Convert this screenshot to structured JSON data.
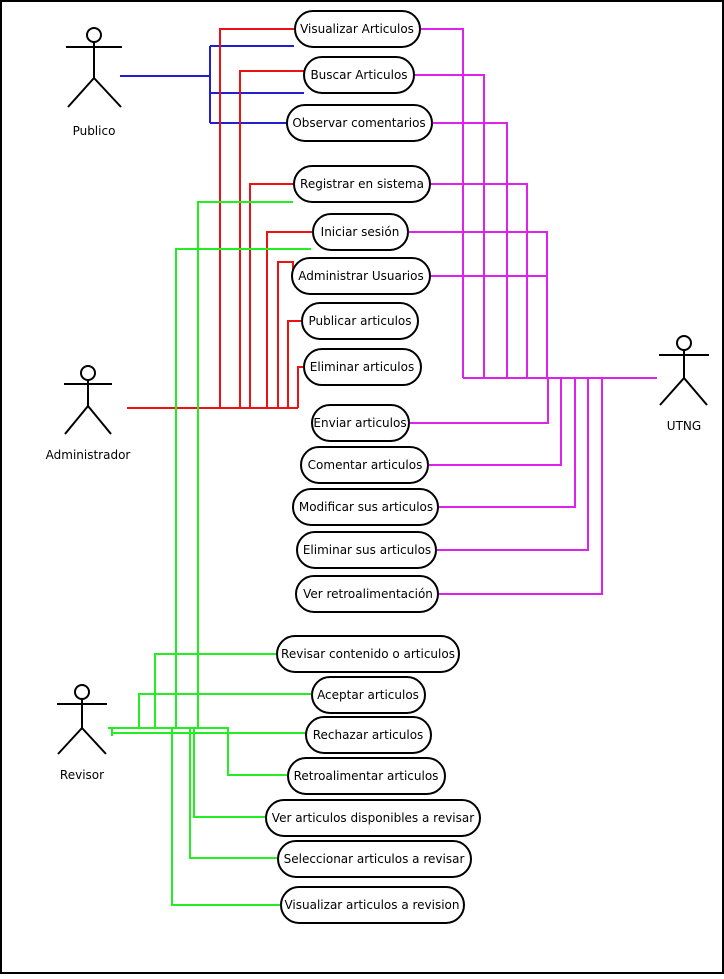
{
  "actors": {
    "publico": "Publico",
    "administrador": "Administrador",
    "revisor": "Revisor",
    "utng": "UTNG"
  },
  "colors": {
    "publico": "#1f1fd0",
    "administrador": "#ee1111",
    "revisor": "#22ee22",
    "utng": "#dd22ee",
    "outline": "#000000"
  },
  "use_cases": [
    "Visualizar Articulos",
    "Buscar Articulos",
    "Observar comentarios",
    "Registrar en sistema",
    "Iniciar sesión",
    "Administrar Usuarios",
    "Publicar articulos",
    "Eliminar articulos",
    "Enviar articulos",
    "Comentar articulos",
    "Modificar sus articulos",
    "Eliminar sus articulos",
    "Ver retroalimentación",
    "Revisar contenido o articulos",
    "Aceptar articulos",
    "Rechazar articulos",
    "Retroalimentar articulos",
    "Ver articulos disponibles a revisar",
    "Seleccionar articulos a revisar",
    "Visualizar articulos a revision"
  ]
}
